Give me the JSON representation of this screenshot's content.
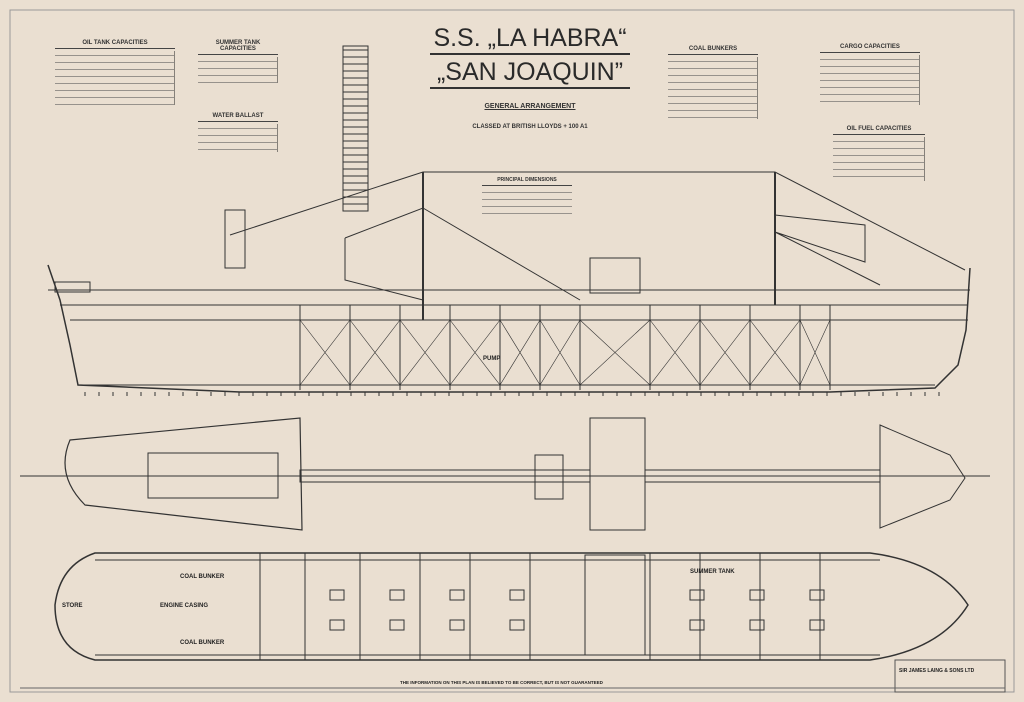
{
  "title": {
    "line1": "S.S. „LA HABRA“",
    "line2": "„SAN JOAQUIN”"
  },
  "subtitle": {
    "general_arrangement": "GENERAL ARRANGEMENT",
    "classed": "CLASSED AT BRITISH LLOYDS + 100 A1"
  },
  "tables": {
    "oil_tank": "OIL TANK CAPACITIES",
    "summer_tank": "SUMMER TANK CAPACITIES",
    "water_ballast": "WATER BALLAST",
    "coal_bunkers": "COAL BUNKERS",
    "cargo": "CARGO CAPACITIES",
    "oil_fuel": "OIL FUEL CAPACITIES",
    "principal_dimensions": "PRINCIPAL DIMENSIONS"
  },
  "labels": {
    "coal_bunker_top": "COAL BUNKER",
    "coal_bunker_bottom": "COAL BUNKER",
    "engine_casing": "ENGINE CASING",
    "stores": "STORE",
    "summer_tank": "SUMMER TANK",
    "pump": "PUMP"
  },
  "builder": "SIR JAMES LAING & SONS LTD",
  "footer_note": "THE INFORMATION ON THIS PLAN IS BELIEVED TO BE CORRECT, BUT IS NOT GUARANTEED",
  "colors": {
    "paper": "#eadfd1",
    "ink": "#2a2a2a"
  }
}
